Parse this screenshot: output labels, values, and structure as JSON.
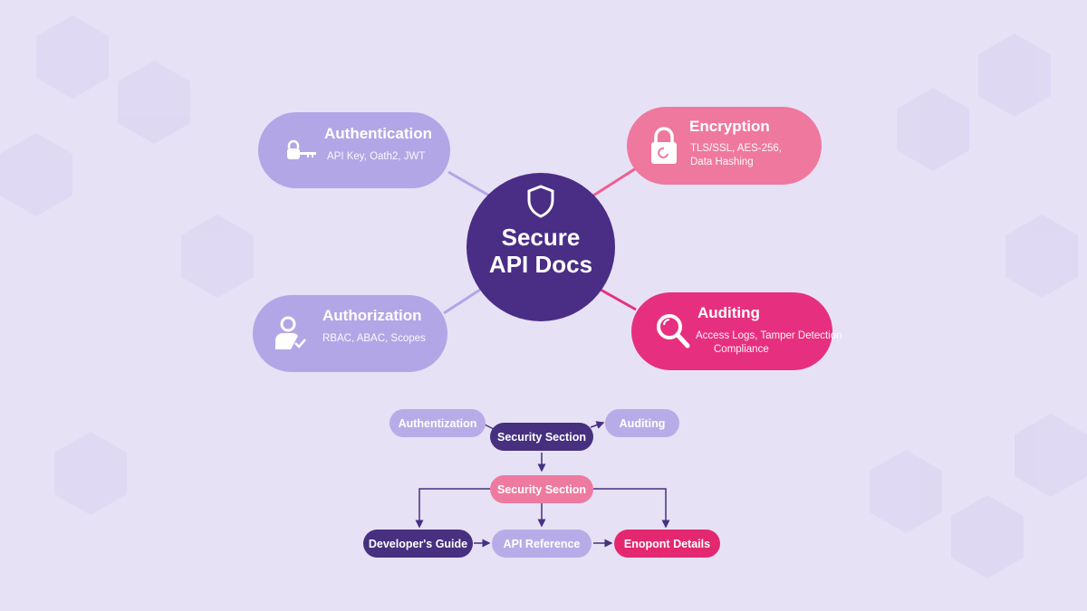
{
  "center": {
    "line1": "Secure",
    "line2": "API Docs",
    "icon": "shield-icon"
  },
  "categories": [
    {
      "title": "Authentication",
      "subtitle": "API Key, Oath2, JWT",
      "icon": "key-lock-icon",
      "color": "#b3a6e6"
    },
    {
      "title": "Encryption",
      "subtitle_line1": "TLS/SSL, AES-256,",
      "subtitle_line2": "Data Hashing",
      "icon": "padlock-icon",
      "color": "#ef789f"
    },
    {
      "title": "Authorization",
      "subtitle": "RBAC, ABAC, Scopes",
      "icon": "user-check-icon",
      "color": "#b3a6e6"
    },
    {
      "title": "Auditing",
      "subtitle_line1": "Access Logs, Tamper Detection",
      "subtitle_line2": "Compliance",
      "icon": "magnifier-icon",
      "color": "#e6307f"
    }
  ],
  "flow": {
    "authentization": "Authentization",
    "security_section_top": "Security Section",
    "auditing": "Auditing",
    "security_section_mid": "Security Section",
    "developers_guide": "Developer's Guide",
    "api_reference": "API Reference",
    "endpoint_details": "Enopont Details"
  },
  "colors": {
    "dark": "#46307f",
    "light": "#b8ace8",
    "pink": "#ef7aa0",
    "magenta": "#e3286f",
    "background": "#e7e1f6"
  }
}
